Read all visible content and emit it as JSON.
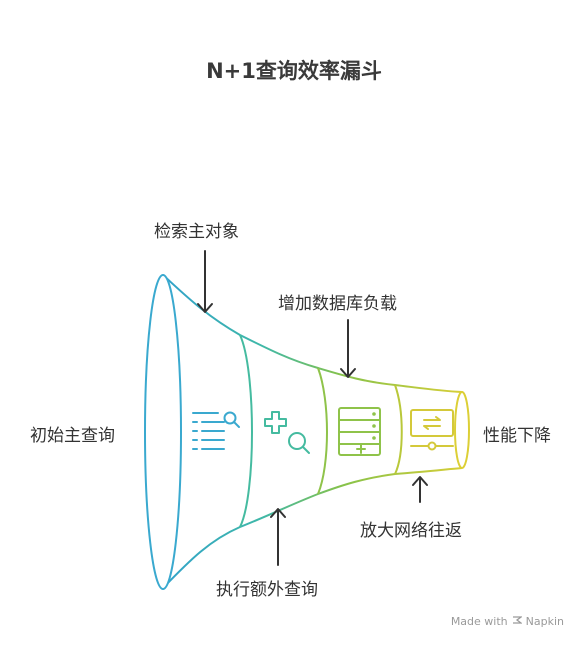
{
  "title": "N+1查询效率漏斗",
  "stages": [
    {
      "label": "初始主查询",
      "icon": "list-search-icon",
      "color": "#3aa9cf"
    },
    {
      "label": "检索主对象",
      "icon": "plus-search-icon",
      "color": "#45bba0"
    },
    {
      "label": "执行额外查询",
      "icon": "server-plus-icon",
      "color": "#8fc34a"
    },
    {
      "label": "增加数据库负载",
      "icon": "transfer-panel-icon",
      "color": "#d4c93a"
    },
    {
      "label": "放大网络往返",
      "icon": "",
      "color": ""
    },
    {
      "label": "性能下降",
      "icon": "",
      "color": ""
    }
  ],
  "footer": {
    "made_with": "Made with",
    "brand": "Napkin"
  }
}
